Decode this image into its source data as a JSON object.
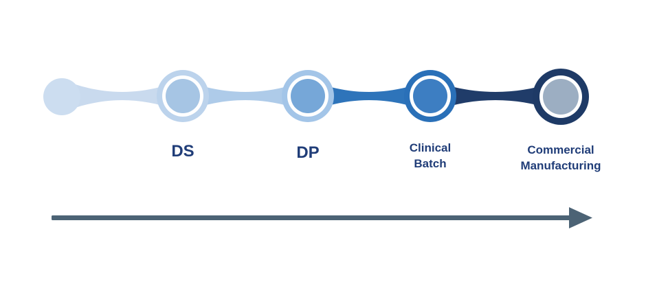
{
  "diagram": {
    "type": "process-flow",
    "label_color": "#203d78",
    "stages": [
      {
        "id": "start",
        "label": "",
        "fill": "#ccddf0"
      },
      {
        "id": "ds",
        "label": "DS",
        "ring": "#bcd3ec",
        "core": "#a6c5e4"
      },
      {
        "id": "dp",
        "label": "DP",
        "ring": "#a3c5e8",
        "core": "#76a7d8"
      },
      {
        "id": "clinical-batch",
        "label_lines": [
          "Clinical",
          "Batch"
        ],
        "ring": "#2a70b8",
        "core": "#3d7ec2"
      },
      {
        "id": "commercial-manufacturing",
        "label_lines": [
          "Commercial",
          "Manufacturing"
        ],
        "ring": "#1e3a66",
        "core": "#9caec2"
      }
    ],
    "connectors": [
      {
        "color": "#c9daee"
      },
      {
        "color": "#aecbe9"
      },
      {
        "color": "#2e74ba"
      },
      {
        "color": "#203c69"
      }
    ],
    "arrow": {
      "color": "#4c6375"
    }
  }
}
